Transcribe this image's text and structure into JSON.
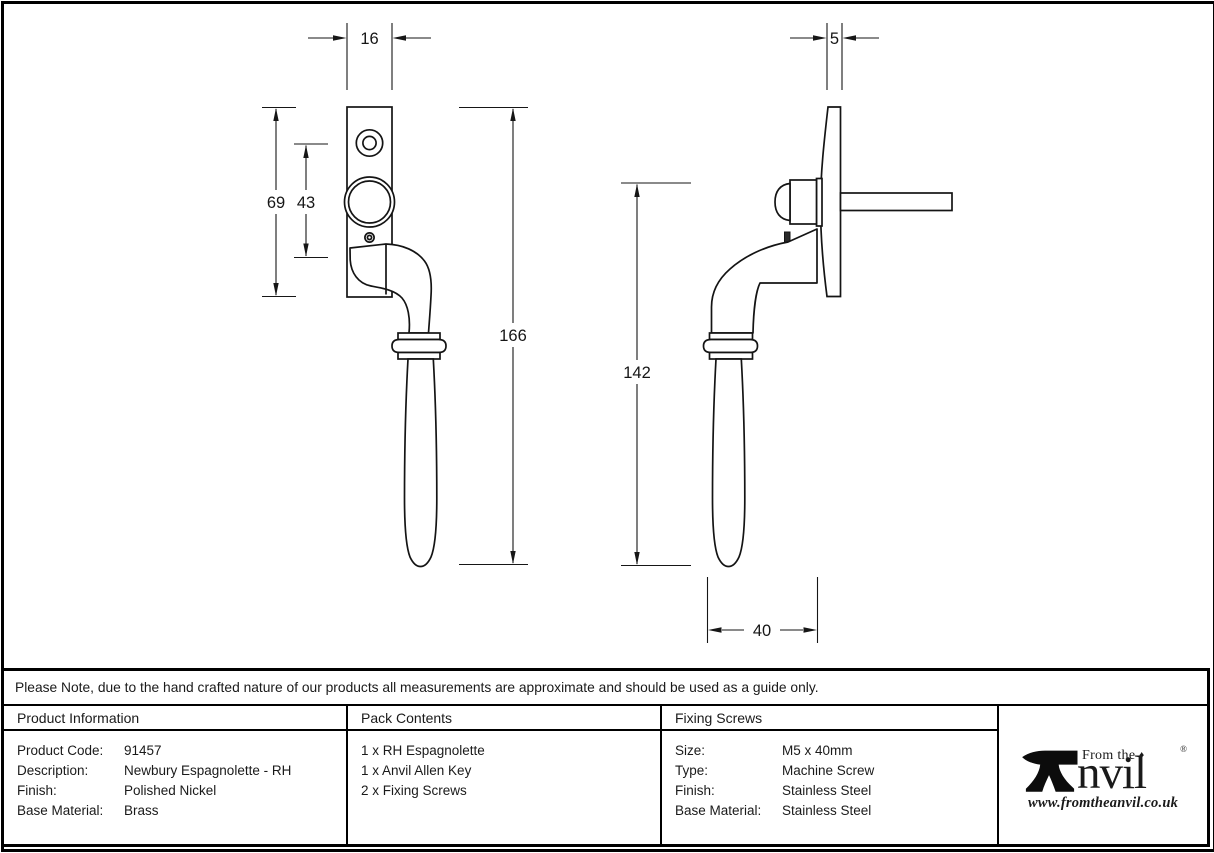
{
  "drawing": {
    "dims": {
      "front_plate_width": "16",
      "front_plate_height": "69",
      "front_hole_spacing": "43",
      "front_total_height": "166",
      "side_plate_thickness": "5",
      "side_height": "142",
      "side_depth": "40"
    }
  },
  "note": {
    "text": "Please Note, due to the hand crafted nature of our products all measurements are approximate and should be used as a guide only."
  },
  "product_information": {
    "title": "Product Information",
    "rows": [
      {
        "label": "Product Code:",
        "value": "91457"
      },
      {
        "label": "Description:",
        "value": "Newbury Espagnolette - RH"
      },
      {
        "label": "Finish:",
        "value": "Polished Nickel"
      },
      {
        "label": "Base Material:",
        "value": "Brass"
      }
    ]
  },
  "pack_contents": {
    "title": "Pack Contents",
    "items": [
      "1 x RH Espagnolette",
      "1 x Anvil Allen Key",
      "2 x Fixing Screws"
    ]
  },
  "fixing_screws": {
    "title": "Fixing Screws",
    "rows": [
      {
        "label": "Size:",
        "value": "M5 x 40mm"
      },
      {
        "label": "Type:",
        "value": "Machine Screw"
      },
      {
        "label": "Finish:",
        "value": "Stainless Steel"
      },
      {
        "label": "Base Material:",
        "value": "Stainless Steel"
      }
    ]
  },
  "logo": {
    "from_the": "From the",
    "diamond": "♦",
    "registered": "®",
    "name_rest": "nvil",
    "website": "www.fromtheanvil.co.uk"
  }
}
